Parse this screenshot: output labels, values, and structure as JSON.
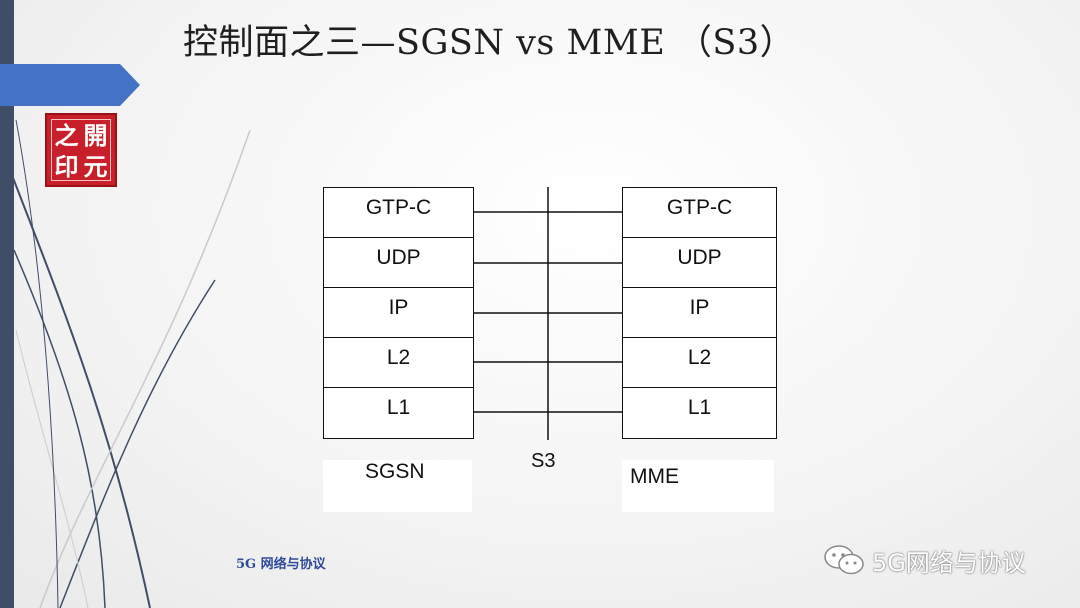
{
  "slide": {
    "title": "控制面之三—SGSN vs MME （S3）",
    "seal": {
      "chars": [
        "之",
        "開",
        "印",
        "元"
      ]
    },
    "footer_left": "5G 网络与协议",
    "watermark": {
      "icon": "wechat-icon",
      "text": "5G网络与协议"
    }
  },
  "diagram": {
    "left_node": {
      "name": "SGSN",
      "layers": [
        "GTP-C",
        "UDP",
        "IP",
        "L2",
        "L1"
      ]
    },
    "right_node": {
      "name": "MME",
      "layers": [
        "GTP-C",
        "UDP",
        "IP",
        "L2",
        "L1"
      ]
    },
    "interface": "S3"
  },
  "colors": {
    "left_bar": "#3f4e66",
    "arrow_tab": "#4472c4",
    "seal": "#c8202a",
    "footer": "#2f4a99"
  }
}
